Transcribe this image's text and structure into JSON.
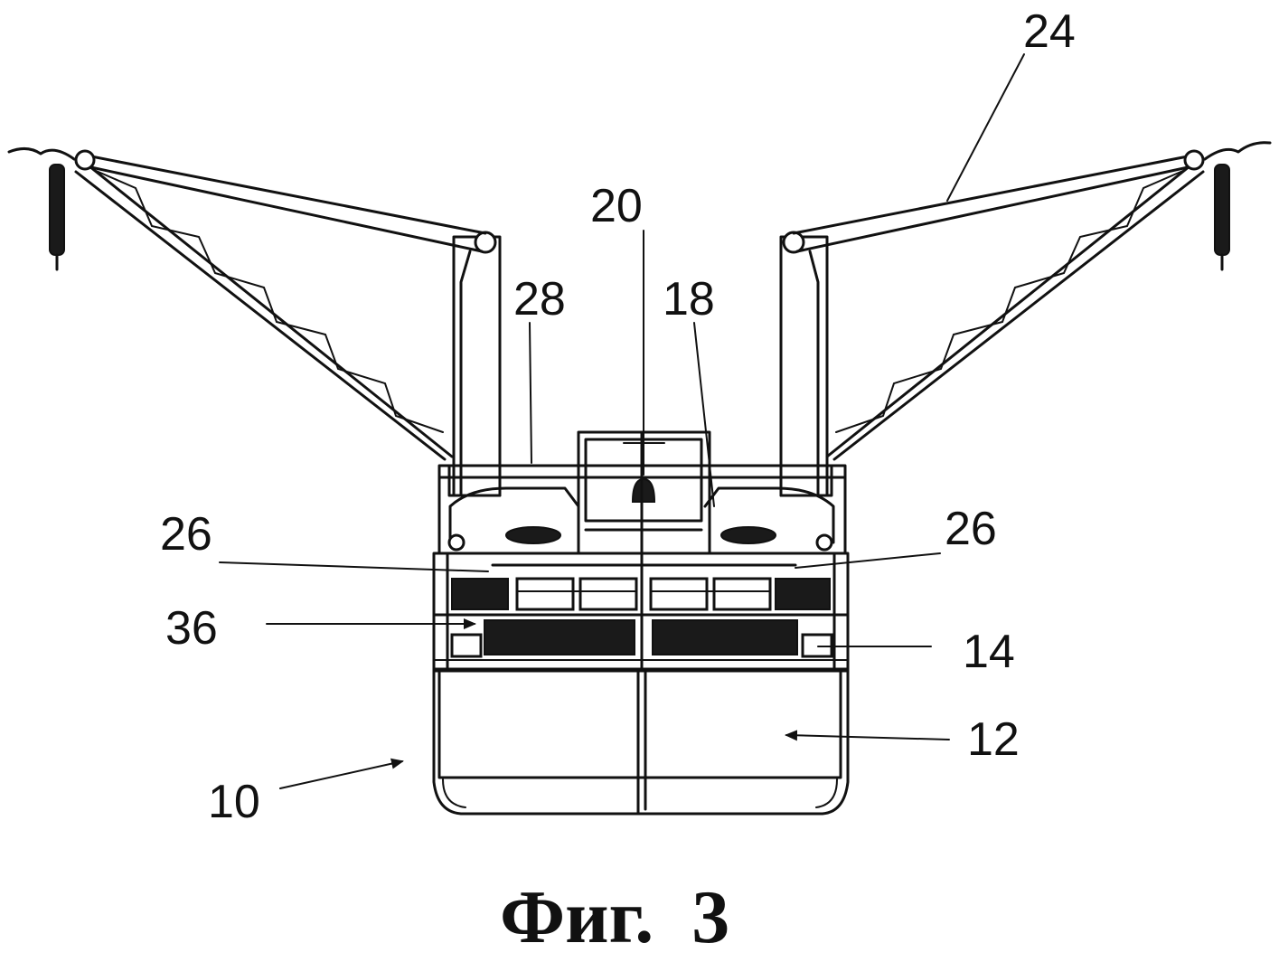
{
  "labels": {
    "l24": "24",
    "l20": "20",
    "l28": "28",
    "l18": "18",
    "l26_left": "26",
    "l26_right": "26",
    "l36": "36",
    "l14": "14",
    "l12": "12",
    "l10": "10"
  },
  "caption": "Фиг.  3"
}
